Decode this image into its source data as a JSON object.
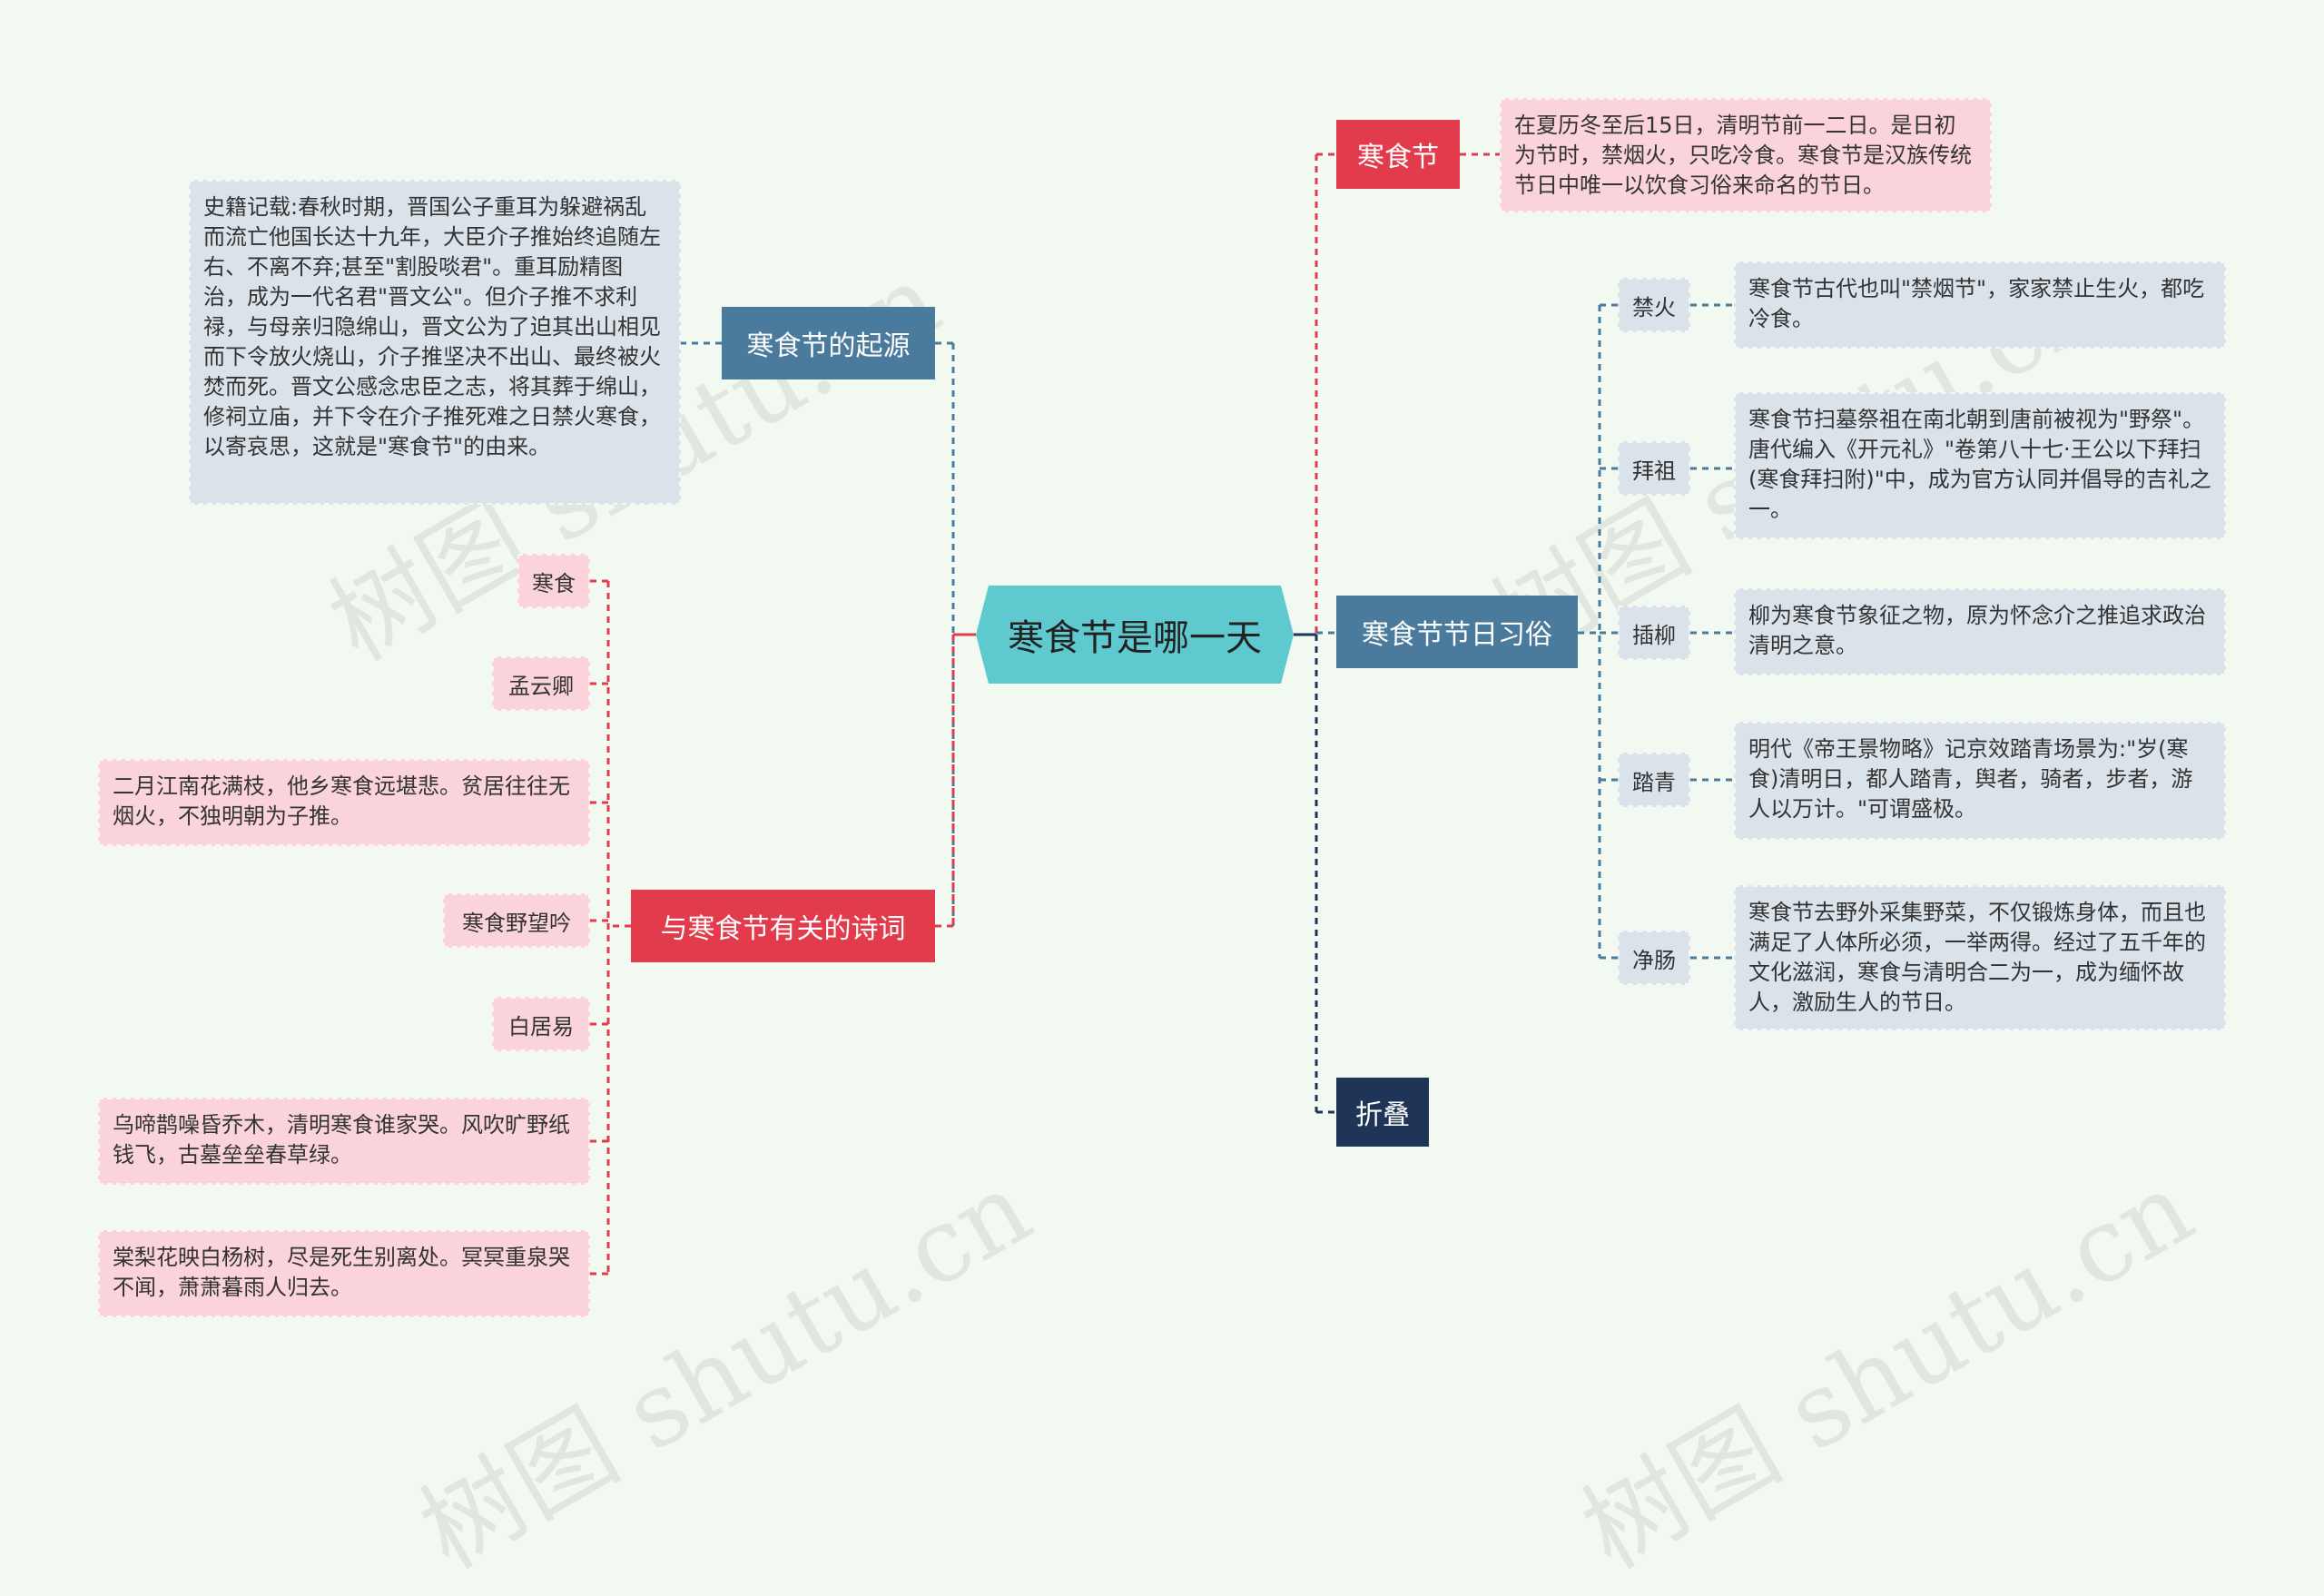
{
  "center": {
    "label": "寒食节是哪一天"
  },
  "branches": {
    "date": {
      "label": "寒食节",
      "desc": "在夏历冬至后15日，清明节前一二日。是日初为节时，禁烟火，只吃冷食。寒食节是汉族传统节日中唯一以饮食习俗来命名的节日。"
    },
    "customs": {
      "label": "寒食节节日习俗",
      "items": [
        {
          "label": "禁火",
          "desc": "寒食节古代也叫\"禁烟节\"，家家禁止生火，都吃冷食。"
        },
        {
          "label": "拜祖",
          "desc": "寒食节扫墓祭祖在南北朝到唐前被视为\"野祭\"。唐代编入《开元礼》\"卷第八十七·王公以下拜扫(寒食拜扫附)\"中，成为官方认同并倡导的吉礼之一。"
        },
        {
          "label": "插柳",
          "desc": "柳为寒食节象征之物，原为怀念介之推追求政治清明之意。"
        },
        {
          "label": "踏青",
          "desc": "明代《帝王景物略》记京效踏青场景为:\"岁(寒食)清明日，都人踏青，舆者，骑者，步者，游人以万计。\"可谓盛极。"
        },
        {
          "label": "净肠",
          "desc": "寒食节去野外采集野菜，不仅锻炼身体，而且也满足了人体所必须，一举两得。经过了五千年的文化滋润，寒食与清明合二为一，成为缅怀故人，激励生人的节日。"
        }
      ]
    },
    "fold": {
      "label": "折叠"
    },
    "origin": {
      "label": "寒食节的起源",
      "desc": "史籍记载:春秋时期，晋国公子重耳为躲避祸乱而流亡他国长达十九年，大臣介子推始终追随左右、不离不弃;甚至\"割股啖君\"。重耳励精图治，成为一代名君\"晋文公\"。但介子推不求利禄，与母亲归隐绵山，晋文公为了迫其出山相见而下令放火烧山，介子推坚决不出山、最终被火焚而死。晋文公感念忠臣之志，将其葬于绵山，修祠立庙，并下令在介子推死难之日禁火寒食，以寄哀思，这就是\"寒食节\"的由来。"
    },
    "poems": {
      "label": "与寒食节有关的诗词",
      "items": [
        "寒食",
        "孟云卿",
        "二月江南花满枝，他乡寒食远堪悲。贫居往往无烟火，不独明朝为子推。",
        "寒食野望吟",
        "白居易",
        "乌啼鹊噪昏乔木，清明寒食谁家哭。风吹旷野纸钱飞，古墓垒垒春草绿。",
        "棠梨花映白杨树，尽是死生别离处。冥冥重泉哭不闻，萧萧暮雨人归去。"
      ]
    }
  },
  "watermark": "树图 shutu.cn",
  "colors": {
    "red": "#e23b4b",
    "blue": "#4a7b9d",
    "navy": "#1f3557",
    "teal": "#5ec9ce",
    "background": "#f1f9f0"
  }
}
